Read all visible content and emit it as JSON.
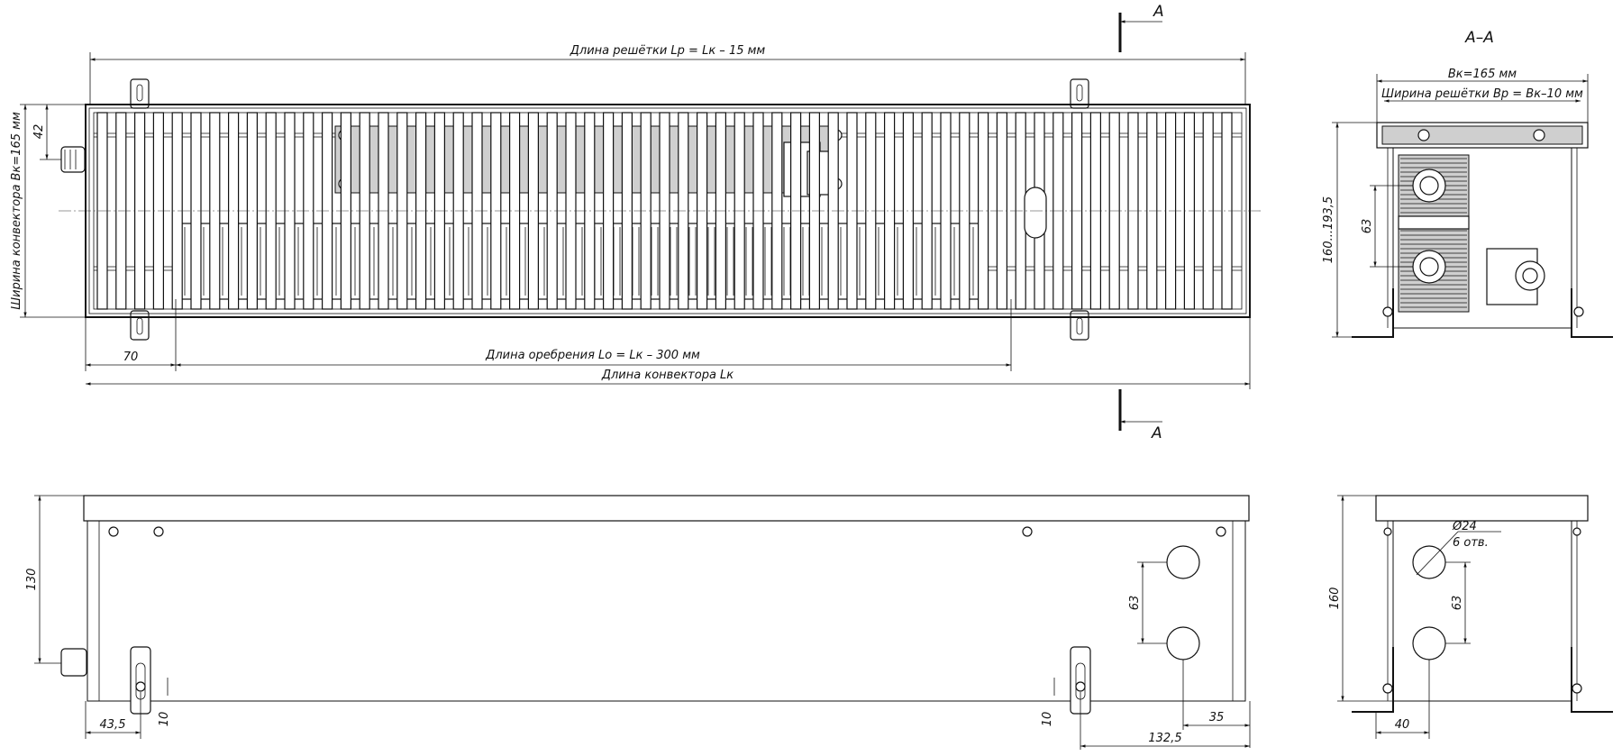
{
  "section_label": "А–А",
  "section_marks": [
    "А",
    "А"
  ],
  "top_view": {
    "grille_length": "Длина решётки Lр = Lк – 15 мм",
    "fin_length": "Длина оребрения Lо = Lк – 300 мм",
    "convector_length": "Длина конвектора Lк",
    "convector_width": "Ширина конвектора Вк=165 мм",
    "dim_42": "42",
    "dim_70": "70"
  },
  "section_view": {
    "width_label": "Вк=165 мм",
    "grille_width_label": "Ширина решётки Вр = Вк–10 мм",
    "height_range": "160...193,5",
    "dim_63": "63"
  },
  "front_view": {
    "dim_130": "130",
    "dim_63": "63",
    "dim_43_5": "43,5",
    "dim_10_left": "10",
    "dim_10_right": "10",
    "dim_35": "35",
    "dim_132_5": "132,5"
  },
  "side_view": {
    "hole_diameter": "Ø24",
    "hole_count": "6 отв.",
    "dim_63": "63",
    "dim_160": "160",
    "dim_40": "40"
  }
}
